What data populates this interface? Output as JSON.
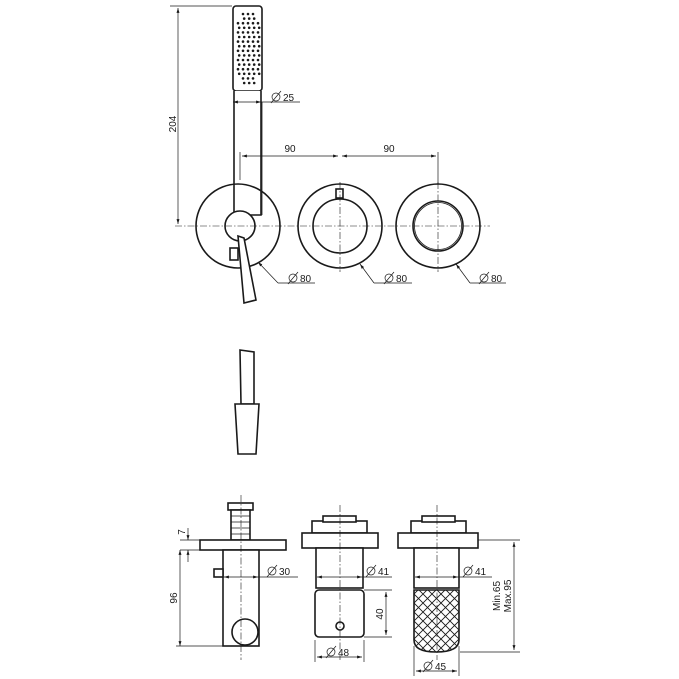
{
  "dimensions": {
    "height_204": "204",
    "dia_25": "25",
    "spacing_1": "90",
    "spacing_2": "90",
    "dia_80_a": "80",
    "dia_80_b": "80",
    "dia_80_c": "80",
    "dim_7": "7",
    "dim_96": "96",
    "dia_30": "30",
    "dia_41_a": "41",
    "dia_41_b": "41",
    "dim_40": "40",
    "dia_48": "48",
    "dia_45": "45",
    "min_label": "Min.65",
    "max_label": "Max.95"
  }
}
